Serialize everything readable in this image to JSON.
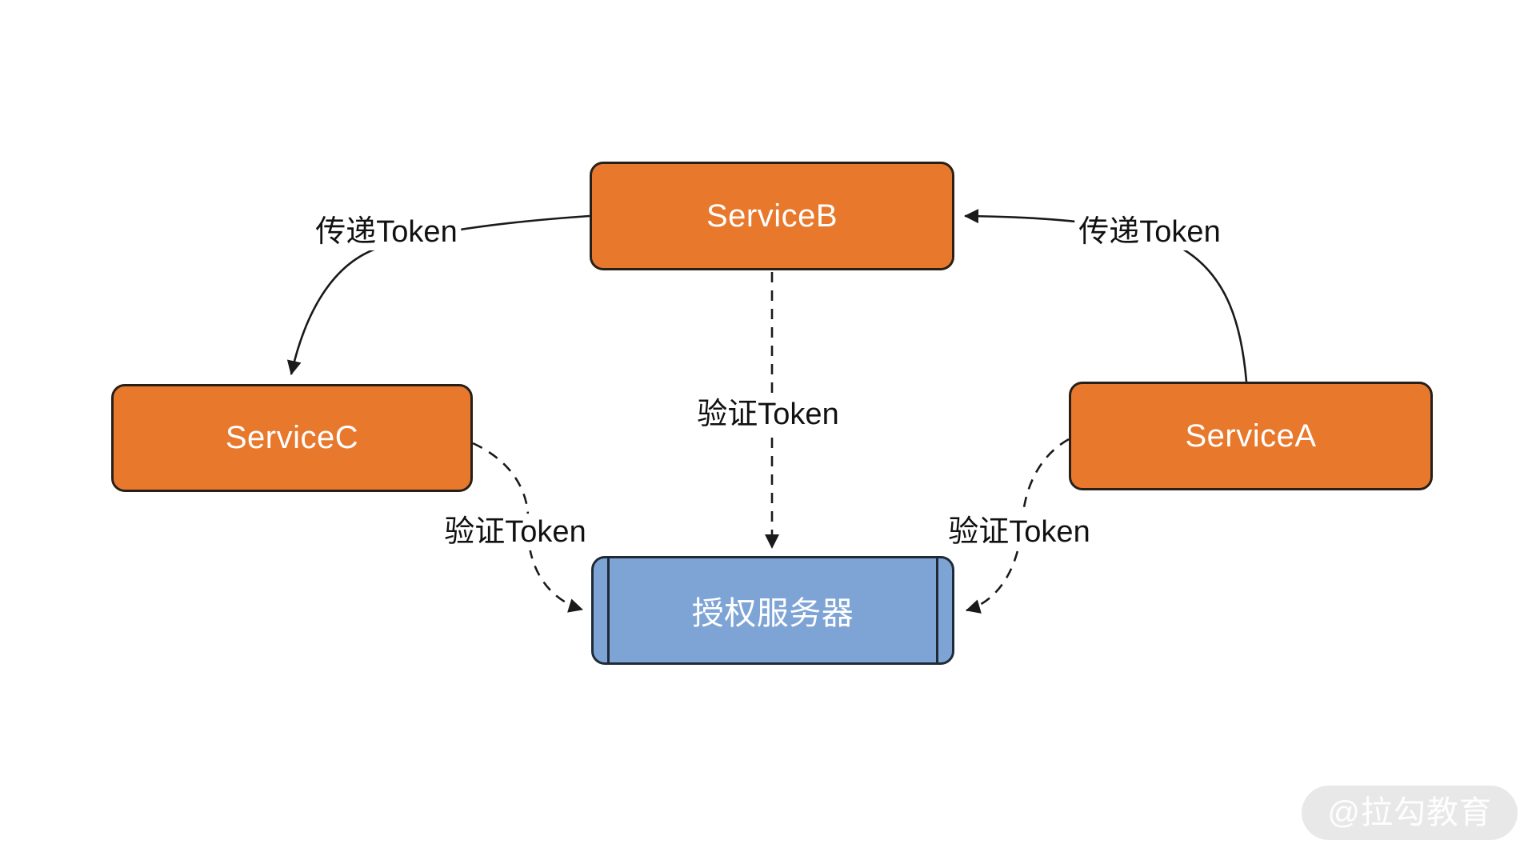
{
  "diagram": {
    "nodes": [
      {
        "id": "serviceB",
        "label": "ServiceB",
        "type": "service"
      },
      {
        "id": "serviceC",
        "label": "ServiceC",
        "type": "service"
      },
      {
        "id": "serviceA",
        "label": "ServiceA",
        "type": "service"
      },
      {
        "id": "authServer",
        "label": "授权服务器",
        "type": "auth-server"
      }
    ],
    "edges": [
      {
        "from": "serviceB",
        "to": "serviceC",
        "label": "传递Token",
        "style": "solid"
      },
      {
        "from": "serviceA",
        "to": "serviceB",
        "label": "传递Token",
        "style": "solid"
      },
      {
        "from": "serviceB",
        "to": "authServer",
        "label": "验证Token",
        "style": "dashed"
      },
      {
        "from": "serviceC",
        "to": "authServer",
        "label": "验证Token",
        "style": "dashed"
      },
      {
        "from": "serviceA",
        "to": "authServer",
        "label": "验证Token",
        "style": "dashed"
      }
    ],
    "watermark": "@拉勾教育",
    "colors": {
      "background": "#ffffff",
      "service_fill": "#e8782c",
      "service_border": "#282018",
      "auth_fill": "#7ea4d6",
      "auth_border": "#1f2a36",
      "node_text": "#ffffff",
      "edge_line": "#1a1a1a",
      "edge_label_text": "#111111",
      "watermark_bg": "#e8e8e8",
      "watermark_text": "#fefefe"
    }
  }
}
